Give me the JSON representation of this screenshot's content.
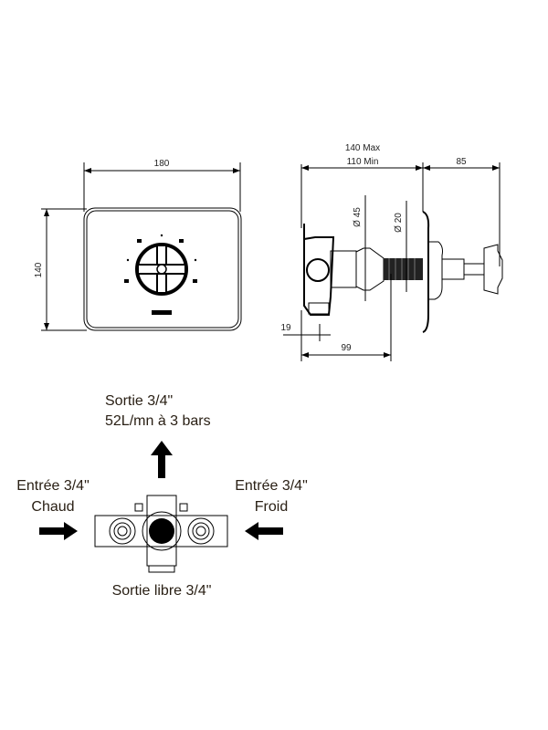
{
  "front_view": {
    "width_dim": "180",
    "height_dim": "140"
  },
  "side_view": {
    "depth_max": "140 Max",
    "depth_min": "110 Min",
    "handle_dim": "85",
    "diameter_45": "Ø 45",
    "diameter_20": "Ø 20",
    "offset_19": "19",
    "offset_99": "99"
  },
  "flow_diagram": {
    "outlet_top_line1": "Sortie 3/4\"",
    "outlet_top_line2": "52L/mn à 3 bars",
    "inlet_hot_line1": "Entrée 3/4\"",
    "inlet_hot_line2": "Chaud",
    "inlet_cold_line1": "Entrée 3/4\"",
    "inlet_cold_line2": "Froid",
    "outlet_bottom": "Sortie libre 3/4\""
  }
}
